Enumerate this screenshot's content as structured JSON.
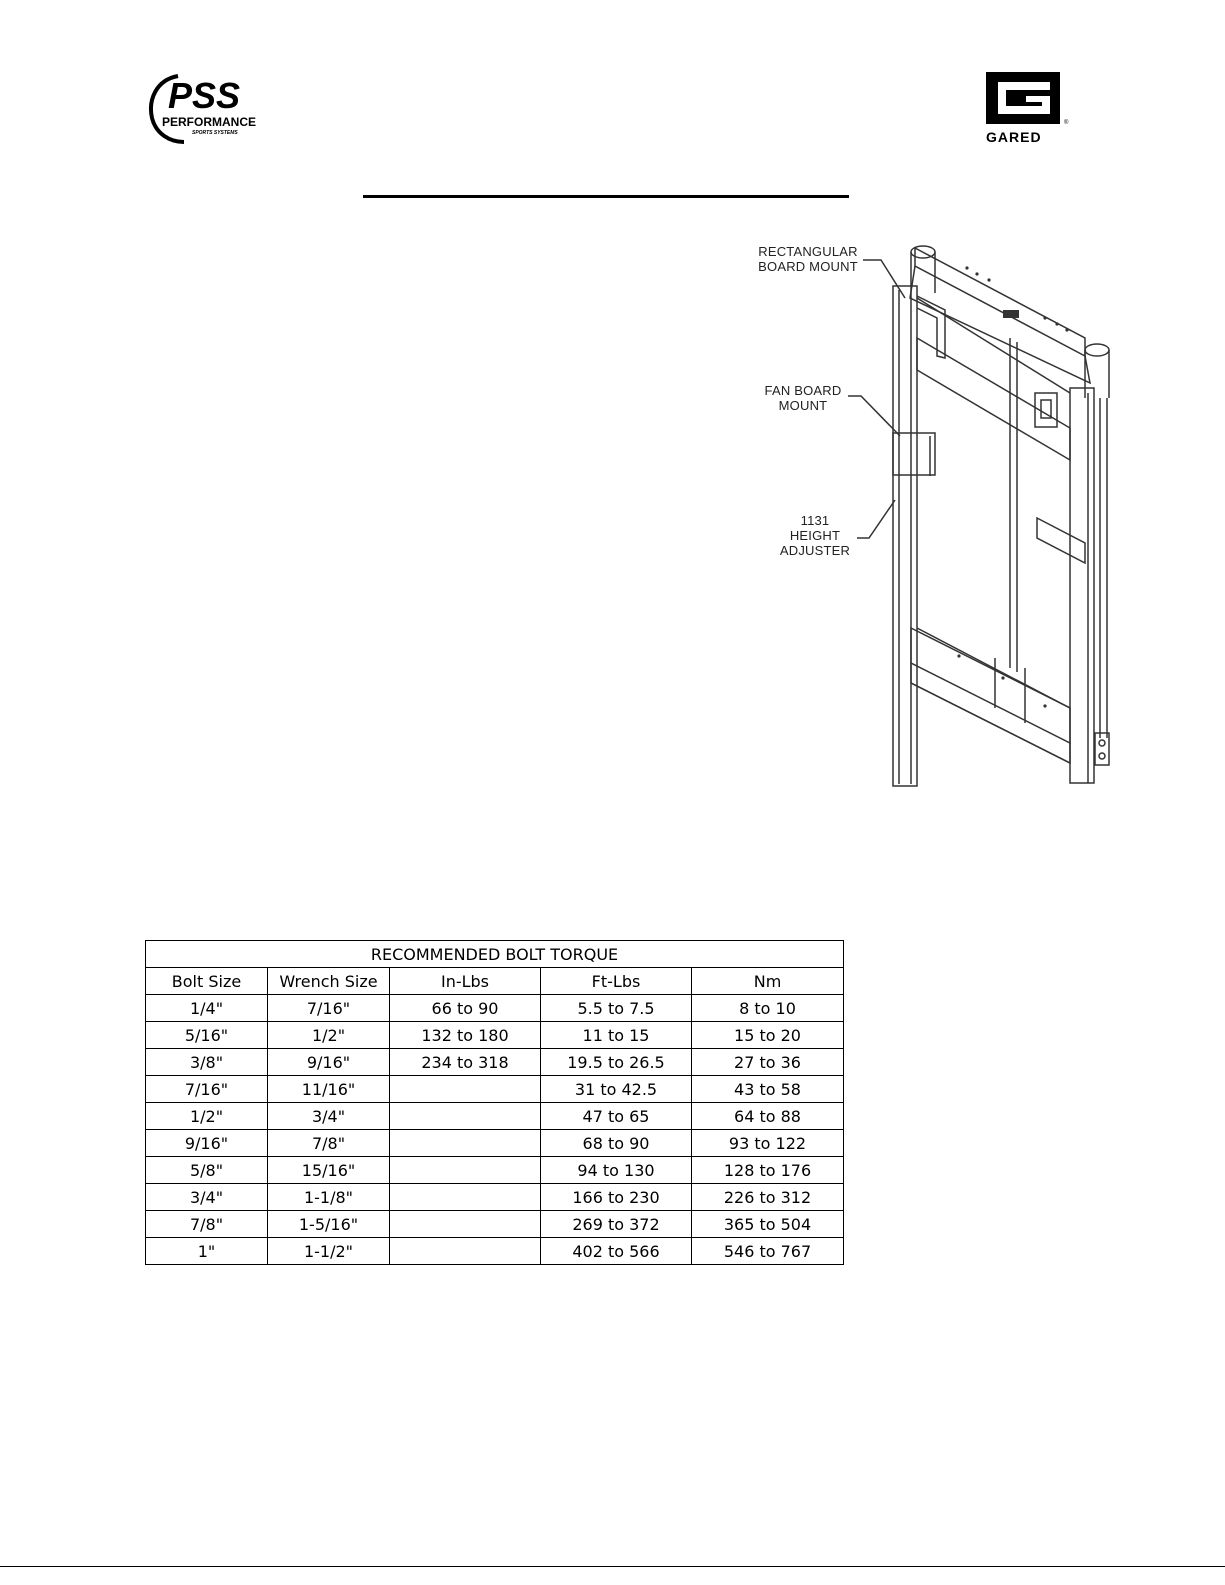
{
  "header": {
    "left_logo": {
      "icon": "pss-performance-logo",
      "wordmark": "PSS",
      "line1": "PERFORMANCE",
      "line2": "SPORTS SYSTEMS"
    },
    "right_logo": {
      "icon": "gared-logo",
      "wordmark": "GARED"
    }
  },
  "diagram": {
    "callouts": {
      "rect_mount": [
        "RECTANGULAR",
        "BOARD MOUNT"
      ],
      "fan_mount": [
        "FAN BOARD",
        "MOUNT"
      ],
      "height_adjuster": [
        "1131",
        "HEIGHT",
        "ADJUSTER"
      ]
    }
  },
  "torque_table": {
    "title": "RECOMMENDED BOLT TORQUE",
    "headers": [
      "Bolt Size",
      "Wrench Size",
      "In-Lbs",
      "Ft-Lbs",
      "Nm"
    ],
    "rows": [
      [
        "1/4\"",
        "7/16\"",
        "66 to 90",
        "5.5 to 7.5",
        "8 to 10"
      ],
      [
        "5/16\"",
        "1/2\"",
        "132 to 180",
        "11 to 15",
        "15 to 20"
      ],
      [
        "3/8\"",
        "9/16\"",
        "234 to 318",
        "19.5 to 26.5",
        "27 to 36"
      ],
      [
        "7/16\"",
        "11/16\"",
        "",
        "31 to 42.5",
        "43 to 58"
      ],
      [
        "1/2\"",
        "3/4\"",
        "",
        "47 to 65",
        "64 to 88"
      ],
      [
        "9/16\"",
        "7/8\"",
        "",
        "68 to 90",
        "93 to 122"
      ],
      [
        "5/8\"",
        "15/16\"",
        "",
        "94 to 130",
        "128 to 176"
      ],
      [
        "3/4\"",
        "1-1/8\"",
        "",
        "166 to 230",
        "226 to 312"
      ],
      [
        "7/8\"",
        "1-5/16\"",
        "",
        "269 to 372",
        "365 to 504"
      ],
      [
        "1\"",
        "1-1/2\"",
        "",
        "402 to 566",
        "546 to 767"
      ]
    ]
  }
}
